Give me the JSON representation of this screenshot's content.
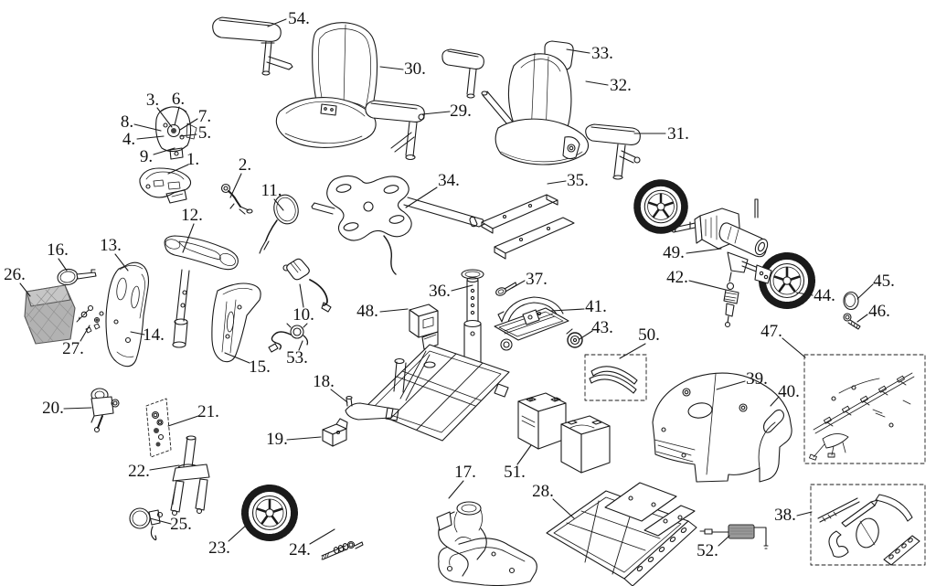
{
  "diagram": {
    "kind": "exploded-parts-diagram",
    "subject": "mobility scooter exploded parts view with numbered callouts",
    "style": {
      "background": "#ffffff",
      "line_color": "#1a1a1a",
      "label_color": "#111111",
      "basket_fill": "#b2b2b2",
      "charger_fill": "#999999"
    },
    "callouts": [
      {
        "n": 1,
        "label": "1."
      },
      {
        "n": 2,
        "label": "2."
      },
      {
        "n": 3,
        "label": "3."
      },
      {
        "n": 4,
        "label": "4."
      },
      {
        "n": 5,
        "label": "5."
      },
      {
        "n": 6,
        "label": "6."
      },
      {
        "n": 7,
        "label": "7."
      },
      {
        "n": 8,
        "label": "8."
      },
      {
        "n": 9,
        "label": "9."
      },
      {
        "n": 10,
        "label": "10."
      },
      {
        "n": 11,
        "label": "11."
      },
      {
        "n": 12,
        "label": "12."
      },
      {
        "n": 13,
        "label": "13."
      },
      {
        "n": 14,
        "label": "14."
      },
      {
        "n": 15,
        "label": "15."
      },
      {
        "n": 16,
        "label": "16."
      },
      {
        "n": 17,
        "label": "17."
      },
      {
        "n": 18,
        "label": "18."
      },
      {
        "n": 19,
        "label": "19."
      },
      {
        "n": 20,
        "label": "20."
      },
      {
        "n": 21,
        "label": "21."
      },
      {
        "n": 22,
        "label": "22."
      },
      {
        "n": 23,
        "label": "23."
      },
      {
        "n": 24,
        "label": "24."
      },
      {
        "n": 25,
        "label": "25."
      },
      {
        "n": 26,
        "label": "26."
      },
      {
        "n": 27,
        "label": "27."
      },
      {
        "n": 28,
        "label": "28."
      },
      {
        "n": 29,
        "label": "29."
      },
      {
        "n": 30,
        "label": "30."
      },
      {
        "n": 31,
        "label": "31."
      },
      {
        "n": 32,
        "label": "32."
      },
      {
        "n": 33,
        "label": "33."
      },
      {
        "n": 34,
        "label": "34."
      },
      {
        "n": 35,
        "label": "35."
      },
      {
        "n": 36,
        "label": "36."
      },
      {
        "n": 37,
        "label": "37."
      },
      {
        "n": 38,
        "label": "38."
      },
      {
        "n": 39,
        "label": "39."
      },
      {
        "n": 40,
        "label": "40."
      },
      {
        "n": 41,
        "label": "41."
      },
      {
        "n": 42,
        "label": "42."
      },
      {
        "n": 43,
        "label": "43."
      },
      {
        "n": 44,
        "label": "44."
      },
      {
        "n": 45,
        "label": "45."
      },
      {
        "n": 46,
        "label": "46."
      },
      {
        "n": 47,
        "label": "47."
      },
      {
        "n": 48,
        "label": "48."
      },
      {
        "n": 49,
        "label": "49."
      },
      {
        "n": 50,
        "label": "50."
      },
      {
        "n": 51,
        "label": "51."
      },
      {
        "n": 52,
        "label": "52."
      },
      {
        "n": 53,
        "label": "53."
      },
      {
        "n": 54,
        "label": "54."
      }
    ]
  }
}
